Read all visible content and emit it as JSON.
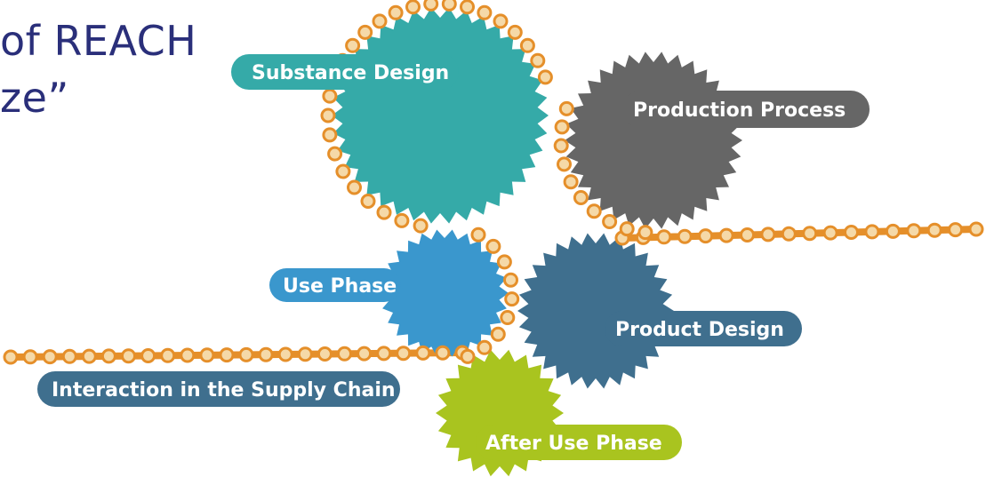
{
  "title": {
    "line1": "of REACH",
    "line2": "ze”"
  },
  "gears": [
    {
      "id": "substance-design",
      "label": "Substance Design",
      "color": "#35aaa8"
    },
    {
      "id": "production-process",
      "label": "Production Process",
      "color": "#666666"
    },
    {
      "id": "use-phase",
      "label": "Use Phase",
      "color": "#3a97cd"
    },
    {
      "id": "product-design",
      "label": "Product Design",
      "color": "#3f6f8e"
    },
    {
      "id": "after-use-phase",
      "label": "After Use Phase",
      "color": "#a9c41f"
    }
  ],
  "chain": {
    "label": "Interaction in the Supply Chain",
    "label_color": "#3f6f8e",
    "color": "#e58f2a"
  }
}
